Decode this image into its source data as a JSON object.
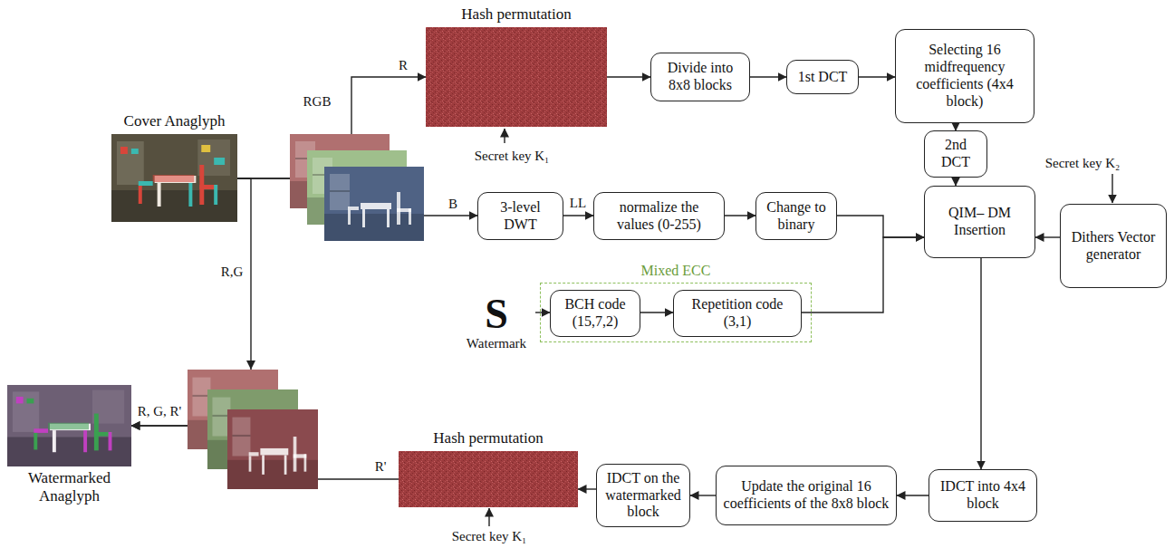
{
  "diagram": {
    "nodes": [
      {
        "text": [
          "Hash permutation"
        ]
      },
      {
        "text": [
          "Cover Anaglyph"
        ]
      },
      {
        "text": [
          "Divide into 8x8 blocks"
        ]
      },
      {
        "text": [
          "1st DCT"
        ]
      },
      {
        "text": [
          "Selecting 16 midfrequency coefficients (4x4 block)"
        ]
      },
      {
        "text": [
          "2nd DCT"
        ]
      },
      {
        "text": [
          "3-level DWT"
        ]
      },
      {
        "text": [
          "normalize the values (0-255)"
        ]
      },
      {
        "text": [
          "Change to binary"
        ]
      },
      {
        "text": [
          "QIM– DM Insertion"
        ]
      },
      {
        "text": [
          "Dithers Vector generator"
        ]
      },
      {
        "text": [
          "Mixed ECC"
        ]
      },
      {
        "text": [
          "BCH code (15,7,2)"
        ],
        "in": 11
      },
      {
        "text": [
          "Repetition code (3,1)"
        ],
        "in": 11
      },
      {
        "text": [
          "S",
          "Watermark"
        ]
      },
      {
        "text": [
          "IDCT into 4x4 block"
        ]
      },
      {
        "text": [
          "Update the original 16 coefficients of the 8x8 block"
        ]
      },
      {
        "text": [
          "IDCT on the watermarked block"
        ]
      },
      {
        "text": [
          "Hash permutation"
        ]
      },
      {
        "text": [
          "Watermarked Anaglyph"
        ]
      }
    ],
    "edges": [
      {
        "from": 1,
        "to": 0,
        "arrow": "to",
        "label": "R"
      },
      {
        "from": 1,
        "to": 6,
        "arrow": "to",
        "label": "B"
      },
      {
        "from": 1,
        "to": 19,
        "arrow": "to",
        "label": "R,G"
      },
      {
        "from": 0,
        "to": 2,
        "arrow": "to"
      },
      {
        "from": 2,
        "to": 3,
        "arrow": "to"
      },
      {
        "from": 3,
        "to": 4,
        "arrow": "to"
      },
      {
        "from": 4,
        "to": 5,
        "arrow": "to"
      },
      {
        "from": 5,
        "to": 9,
        "arrow": "to"
      },
      {
        "from": 6,
        "to": 7,
        "arrow": "to",
        "label": "LL"
      },
      {
        "from": 7,
        "to": 8,
        "arrow": "to"
      },
      {
        "from": 8,
        "to": 9,
        "arrow": "to"
      },
      {
        "from": 14,
        "to": 12,
        "arrow": "to"
      },
      {
        "from": 12,
        "to": 13,
        "arrow": "to"
      },
      {
        "from": 13,
        "to": 9,
        "arrow": "to"
      },
      {
        "from": 10,
        "to": 9,
        "arrow": "to"
      },
      {
        "from": 9,
        "to": 15,
        "arrow": "to"
      },
      {
        "from": 15,
        "to": 16,
        "arrow": "to"
      },
      {
        "from": 16,
        "to": 17,
        "arrow": "to"
      },
      {
        "from": 17,
        "to": 18,
        "arrow": "to"
      },
      {
        "from": 18,
        "to": 19,
        "arrow": "to",
        "label": "R'"
      }
    ],
    "labels": [
      "RGB",
      "Secret key K₁",
      "Secret key K₂",
      "R, G, R'",
      "Secret key K₁"
    ]
  }
}
